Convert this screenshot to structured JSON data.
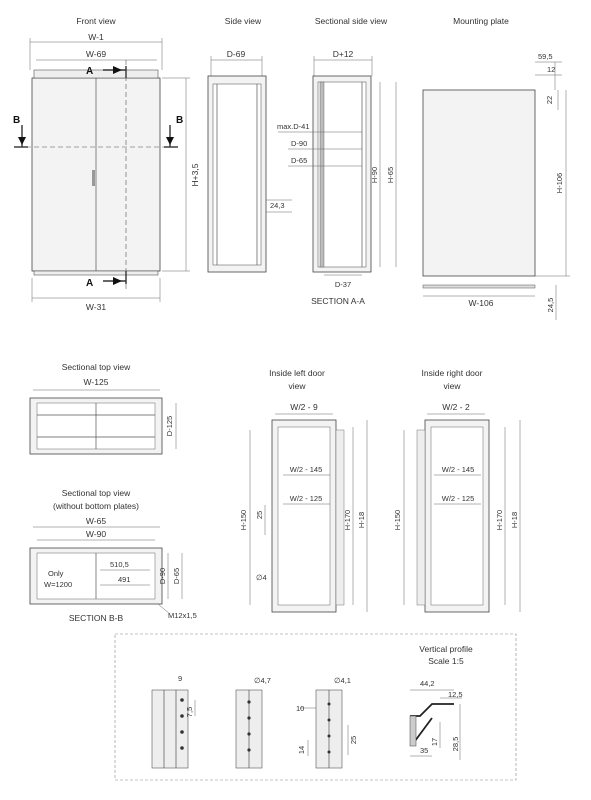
{
  "titles": {
    "front": "Front view",
    "side": "Side view",
    "sectional_side": "Sectional side view",
    "mounting": "Mounting plate",
    "sect_top": "Sectional top view",
    "sect_top2_l1": "Sectional top view",
    "sect_top2_l2": "(without bottom plates)",
    "left_door_l1": "Inside left door",
    "left_door_l2": "view",
    "right_door_l1": "Inside right door",
    "right_door_l2": "view",
    "vprofile_l1": "Vertical profile",
    "vprofile_l2": "Scale 1:5",
    "section_aa": "SECTION A-A",
    "section_bb": "SECTION B-B"
  },
  "labels": {
    "A": "A",
    "B": "B",
    "w1": "W-1",
    "w69": "W-69",
    "w31": "W-31",
    "h35": "H+3,5",
    "d69": "D-69",
    "d243": "24,3",
    "d12": "D+12",
    "maxd41": "max.D-41",
    "d90": "D-90",
    "d65": "D-65",
    "d37": "D-37",
    "h90": "H-90",
    "h65": "H-65",
    "m595": "59,5",
    "m12": "12",
    "m22": "22",
    "h106": "H-106",
    "w106": "W-106",
    "m245": "24,5",
    "w125": "W-125",
    "d125": "D-125",
    "w65": "W-65",
    "w90": "W-90",
    "only1": "Only",
    "only2": "W=1200",
    "v5105": "510,5",
    "v491": "491",
    "d90b": "D-90",
    "d65b": "D-65",
    "m12x15": "M12x1,5",
    "wh9": "W/2 - 9",
    "wh145": "W/2 - 145",
    "wh125": "W/2 - 125",
    "h150": "H-150",
    "v25": "25",
    "h170": "H-170",
    "h18": "H-18",
    "phi4": "∅4",
    "wh2": "W/2 - 2",
    "wh145r": "W/2 - 145",
    "wh125r": "W/2 - 125",
    "h150r": "H-150",
    "h170r": "H-170",
    "h18r": "H-18",
    "p9": "9",
    "p75": "7,5",
    "phi47": "∅4,7",
    "phi41": "∅4,1",
    "p10": "10",
    "p25": "25",
    "p14": "14",
    "p442": "44,2",
    "p125": "12,5",
    "p17": "17",
    "p285": "28,5",
    "p35": "35"
  }
}
